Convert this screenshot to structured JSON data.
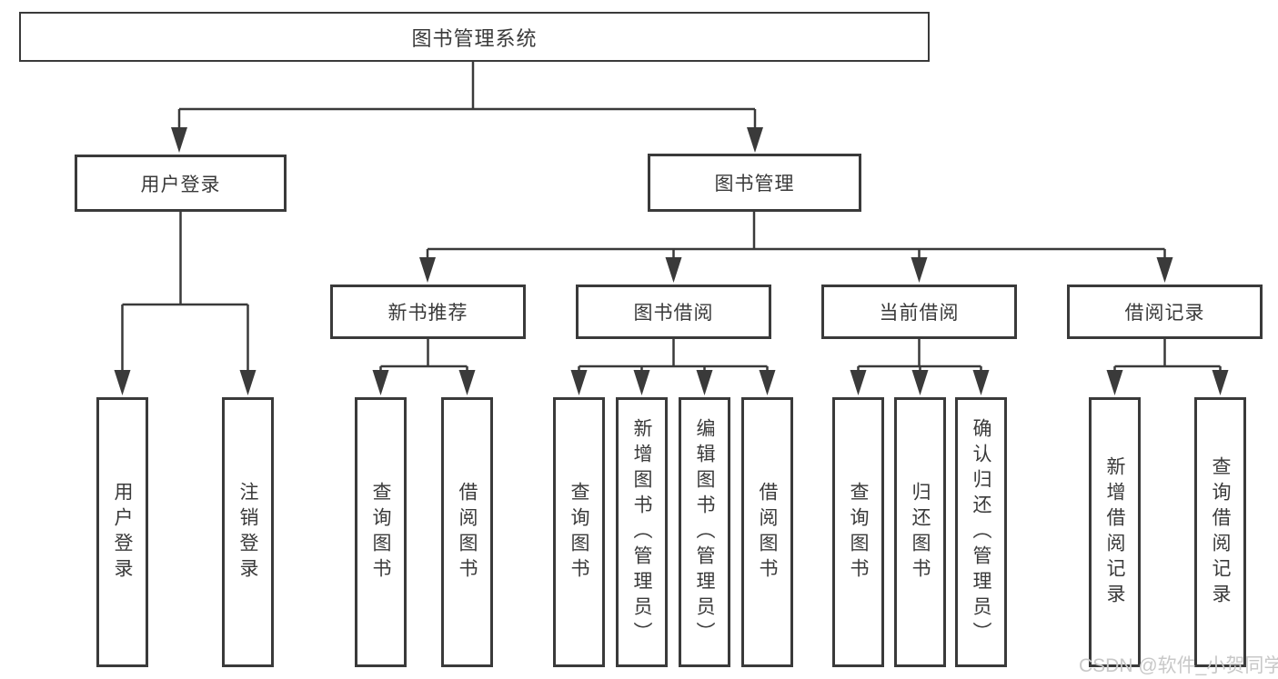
{
  "root": {
    "label": "图书管理系统"
  },
  "user_login": {
    "label": "用户登录",
    "children": [
      "用户登录",
      "注销登录"
    ]
  },
  "book_management": {
    "label": "图书管理",
    "branches": [
      {
        "label": "新书推荐",
        "children": [
          "查询图书",
          "借阅图书"
        ]
      },
      {
        "label": "图书借阅",
        "children": [
          "查询图书",
          "新增图书（管理员）",
          "编辑图书（管理员）",
          "借阅图书"
        ]
      },
      {
        "label": "当前借阅",
        "children": [
          "查询图书",
          "归还图书",
          "确认归还（管理员）"
        ]
      },
      {
        "label": "借阅记录",
        "children": [
          "新增借阅记录",
          "查询借阅记录"
        ]
      }
    ]
  },
  "watermark": "CSDN @软件_小贺同学",
  "colors": {
    "line": "#3a3a3a",
    "text": "#3a3a3a",
    "watermark": "#c8c8c8",
    "background": "#ffffff"
  }
}
